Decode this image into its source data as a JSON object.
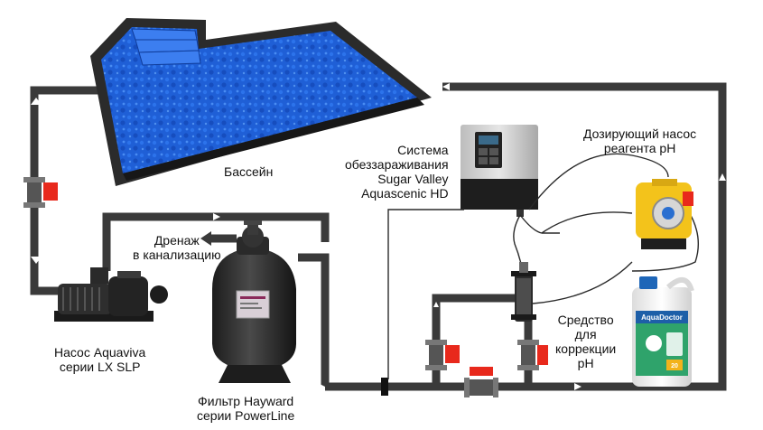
{
  "labels": {
    "pool": "Бассейн",
    "drain": [
      "Дренаж",
      "в канализацию"
    ],
    "pump": [
      "Насос Aquaviva",
      "серии LX SLP"
    ],
    "filter": [
      "Фильтр Hayward",
      "серии PowerLine"
    ],
    "disinfection": [
      "Система",
      "обеззараживания",
      "Sugar Valley",
      "Aquascenic HD"
    ],
    "dosing_pump": [
      "Дозирующий насос",
      "реагента pH"
    ],
    "ph_agent": [
      "Средство",
      "для",
      "коррекции",
      "pH"
    ]
  },
  "product_marks": {
    "canister_brand": "AquaDoctor",
    "canister_volume": "20"
  },
  "icons": [
    "pool",
    "pump",
    "sand-filter",
    "multiport-valve",
    "chlorinator-controller",
    "dosing-pump",
    "chemical-canister",
    "ball-valve",
    "flow-arrow",
    "electrolysis-cell"
  ],
  "colors": {
    "pipe": "#3a3a3a",
    "valve_handle": "#e8291c",
    "pool_water": "#1f5fd6",
    "pool_coping": "#2b2b2b",
    "dosing_pump_body": "#f3c31b",
    "canister": "#f2f2f2",
    "canister_label": "#2fa36b"
  }
}
